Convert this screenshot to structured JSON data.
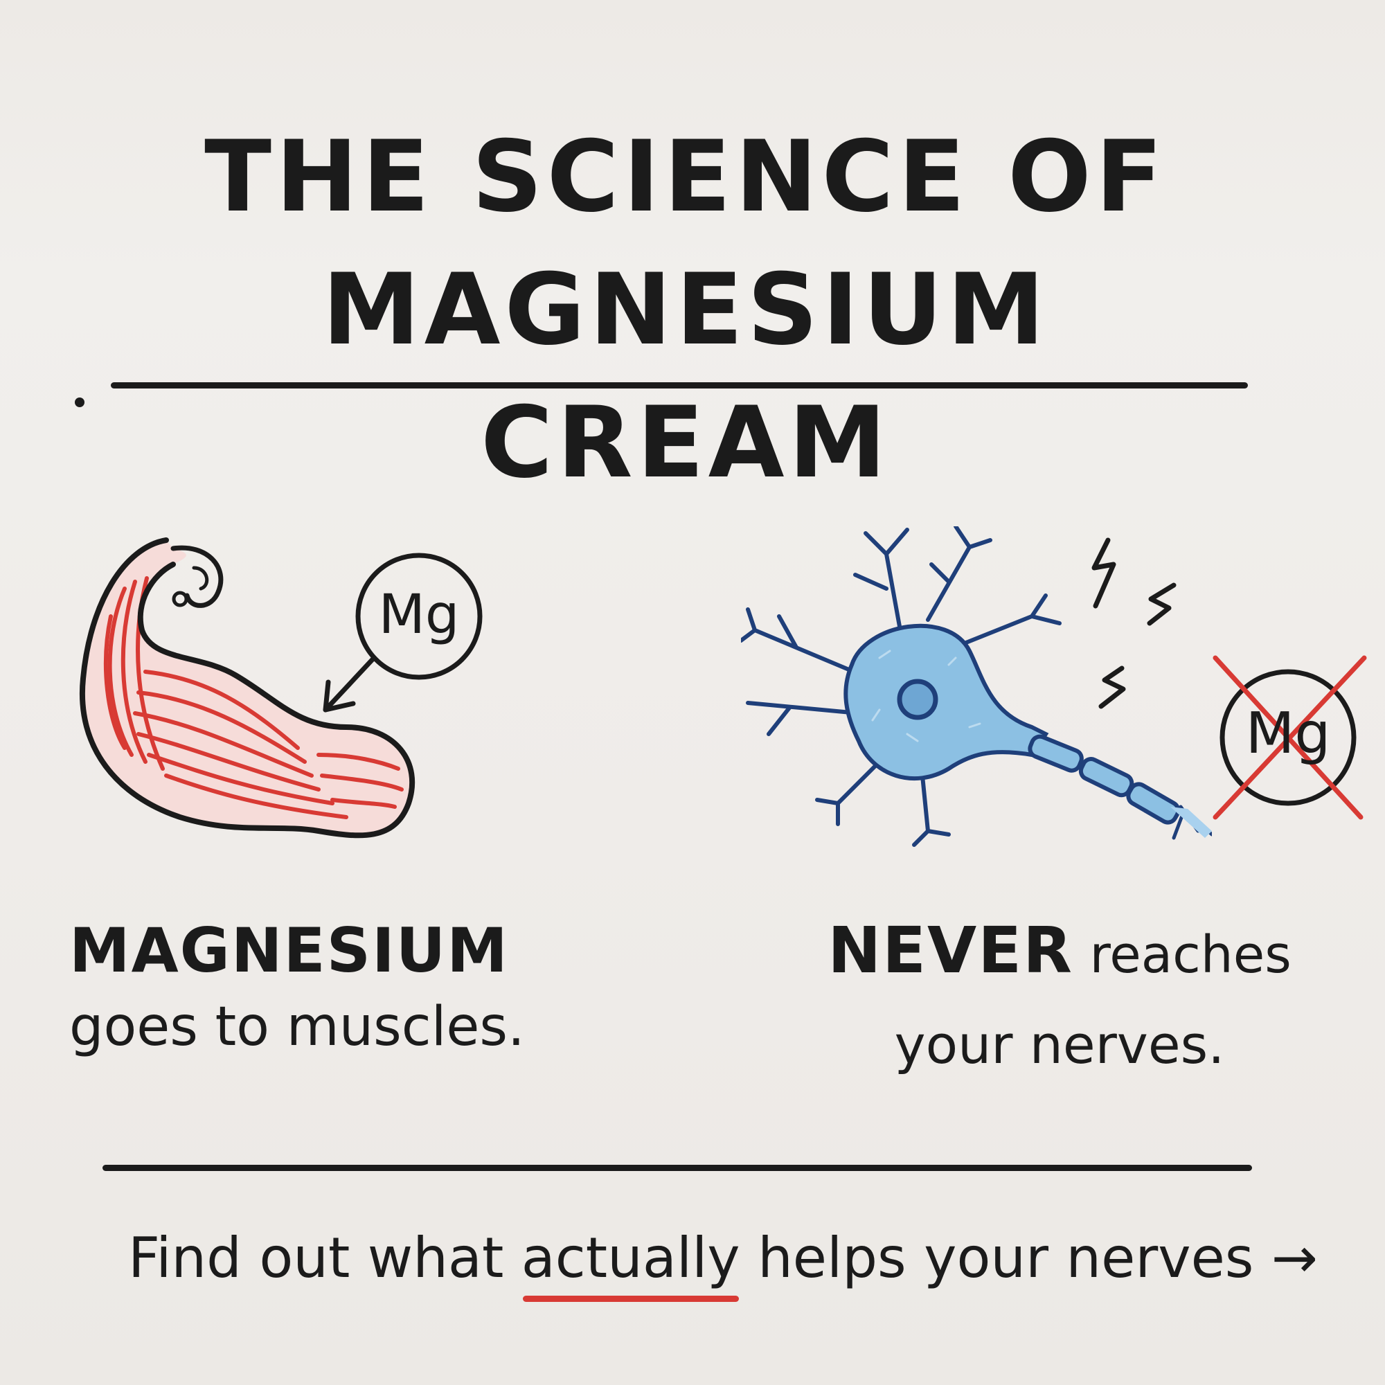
{
  "title": {
    "line1": "THE SCIENCE OF",
    "line2": "MAGNESIUM CREAM"
  },
  "left_panel": {
    "illustration": "flexed-bicep-muscle-icon",
    "badge": "Mg",
    "caption_line1": "MAGNESIUM",
    "caption_line2": "goes to muscles."
  },
  "right_panel": {
    "illustration": "neuron-icon",
    "badge": "Mg",
    "caption_strong": "NEVER",
    "caption_rest": " reaches",
    "caption_line2": "your nerves."
  },
  "cta": {
    "before": "Find out what ",
    "emphasis": "actually",
    "after": " helps your nerves ",
    "arrow": "→"
  },
  "colors": {
    "ink": "#1b1b1b",
    "muscle_red": "#d83a34",
    "neuron_blue": "#7fb6de",
    "neuron_outline": "#1f3f7a",
    "paper": "#efece9"
  }
}
